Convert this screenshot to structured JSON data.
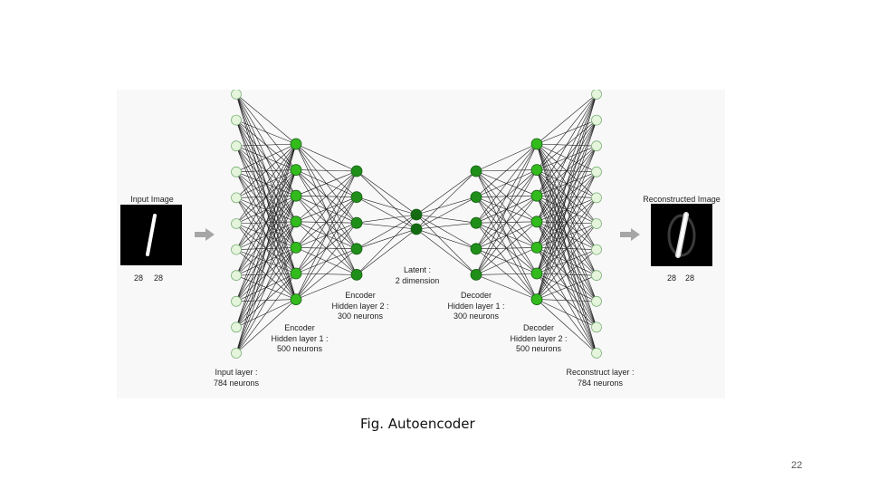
{
  "figure": {
    "input_image": {
      "title": "Input Image",
      "dims": [
        "28",
        "28"
      ]
    },
    "output_image": {
      "title": "Reconstructed Image",
      "dims": [
        "28",
        "28"
      ]
    },
    "layers": [
      {
        "id": "input",
        "lines": [
          "Input layer :",
          "784 neurons"
        ],
        "nodes": 11,
        "color": "light"
      },
      {
        "id": "enc1",
        "lines": [
          "Encoder",
          "Hidden layer 1 :",
          "500 neurons"
        ],
        "nodes": 7,
        "color": "green"
      },
      {
        "id": "enc2",
        "lines": [
          "Encoder",
          "Hidden layer 2 :",
          "300 neurons"
        ],
        "nodes": 5,
        "color": "dark"
      },
      {
        "id": "latent",
        "lines": [
          "Latent :",
          "2 dimension"
        ],
        "nodes": 2,
        "color": "darker"
      },
      {
        "id": "dec1",
        "lines": [
          "Decoder",
          "Hidden layer 1 :",
          "300 neurons"
        ],
        "nodes": 5,
        "color": "dark"
      },
      {
        "id": "dec2",
        "lines": [
          "Decoder",
          "Hidden layer 2 :",
          "500 neurons"
        ],
        "nodes": 7,
        "color": "green"
      },
      {
        "id": "output",
        "lines": [
          "Reconstruct layer :",
          "784 neurons"
        ],
        "nodes": 11,
        "color": "light"
      }
    ],
    "colors": {
      "light": "#e4f5dc",
      "green": "#33bb1e",
      "dark": "#1f8f19",
      "darker": "#156b12",
      "edge": "#1a1a1a",
      "arrow": "#a6a6a6"
    }
  },
  "caption": "Fig. Autoencoder",
  "page_number": "22"
}
